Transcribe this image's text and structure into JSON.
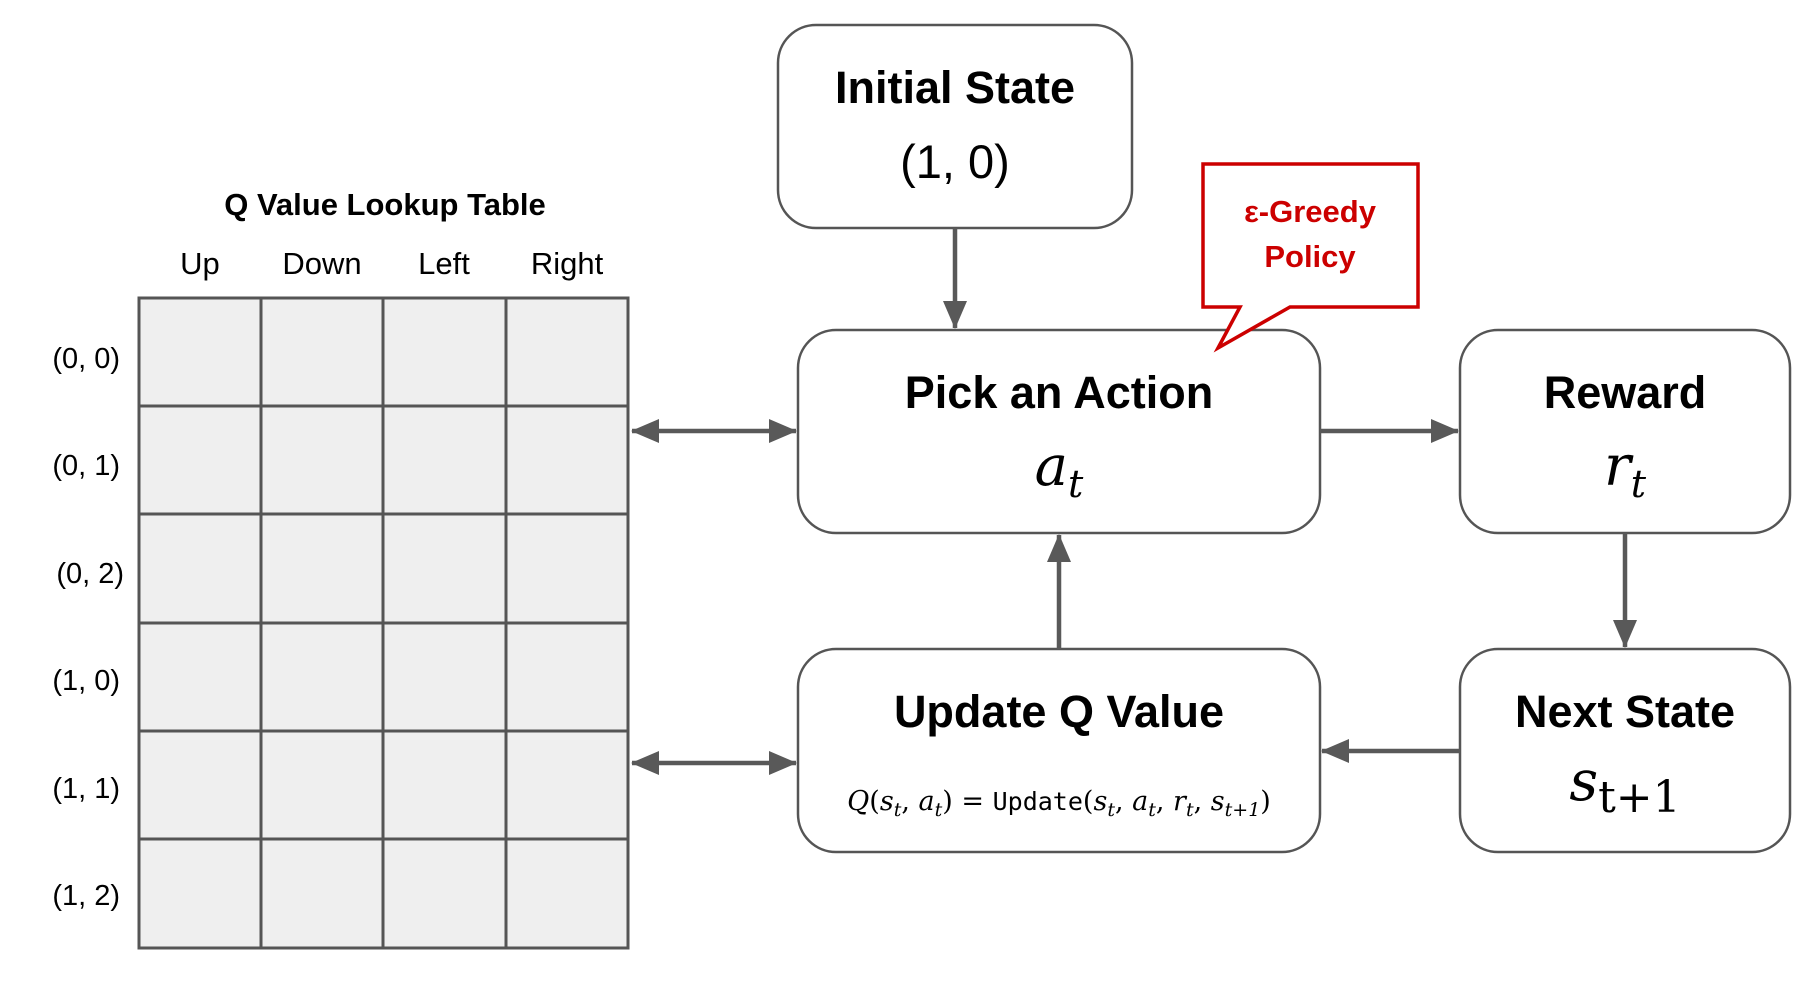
{
  "table": {
    "title": "Q Value Lookup Table",
    "columns": [
      "Up",
      "Down",
      "Left",
      "Right"
    ],
    "rows": [
      "(0, 0)",
      "(0, 1)",
      "(0, 2)",
      "(1, 0)",
      "(1, 1)",
      "(1, 2)"
    ]
  },
  "initial_state": {
    "title": "Initial State",
    "value": "(1, 0)"
  },
  "callout": {
    "line1": "ε-Greedy",
    "line2": "Policy"
  },
  "pick_action": {
    "title": "Pick an Action",
    "symbol": "a",
    "sub": "t"
  },
  "reward": {
    "title": "Reward",
    "symbol": "r",
    "sub": "t"
  },
  "next_state": {
    "title": "Next State",
    "symbol": "s",
    "sub": "t+1"
  },
  "update": {
    "title": "Update Q Value",
    "formula": {
      "Q": "Q",
      "open": "(",
      "s": "s",
      "t": "t",
      "comma": ", ",
      "a": "a",
      "close": ")",
      "eq": " = ",
      "fn": "Update",
      "r": "r",
      "t1": "t+1"
    }
  },
  "colors": {
    "box_stroke": "#555555",
    "cell_fill": "#efefef",
    "arrow": "#595959",
    "callout": "#cc0000"
  }
}
